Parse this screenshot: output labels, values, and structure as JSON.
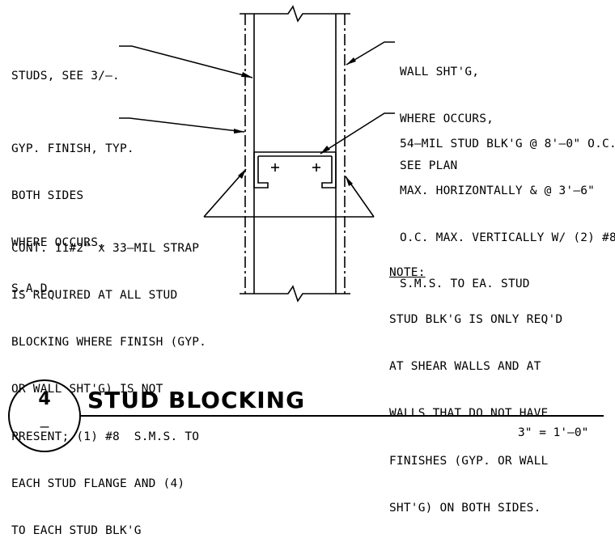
{
  "notes": {
    "studs": [
      "STUDS, SEE 3/–."
    ],
    "wall_sheathing": [
      "WALL SHT'G,",
      "WHERE OCCURS,",
      "SEE PLAN"
    ],
    "gyp_finish": [
      "GYP. FINISH, TYP.",
      "BOTH SIDES",
      "WHERE OCCURS,",
      "S.A.D."
    ],
    "stud_blocking": [
      "54–MIL STUD BLK'G @ 8'–0\" O.C.",
      "MAX. HORIZONTALLY & @ 3'–6\"",
      "O.C. MAX. VERTICALLY W/ (2) #8",
      "S.M.S. TO EA. STUD"
    ],
    "strap": [
      "CONT. 11#2\" x 33–MIL STRAP",
      "IS REQUIRED AT ALL STUD",
      "BLOCKING WHERE FINISH (GYP.",
      "OR WALL SHT'G) IS NOT",
      "PRESENT; (1) #8  S.M.S. TO",
      "EACH STUD FLANGE AND (4)",
      "TO EACH STUD BLK'G"
    ],
    "note_heading": "NOTE:",
    "note_body": [
      "STUD BLK'G IS ONLY REQ'D",
      "AT SHEAR WALLS AND AT",
      "WALLS THAT DO NOT HAVE",
      "FINISHES (GYP. OR WALL",
      "SHT'G) ON BOTH SIDES."
    ]
  },
  "title_block": {
    "detail_number": "4",
    "sheet_reference": "—",
    "title": "STUD BLOCKING",
    "scale": "3\" = 1'–0\""
  }
}
